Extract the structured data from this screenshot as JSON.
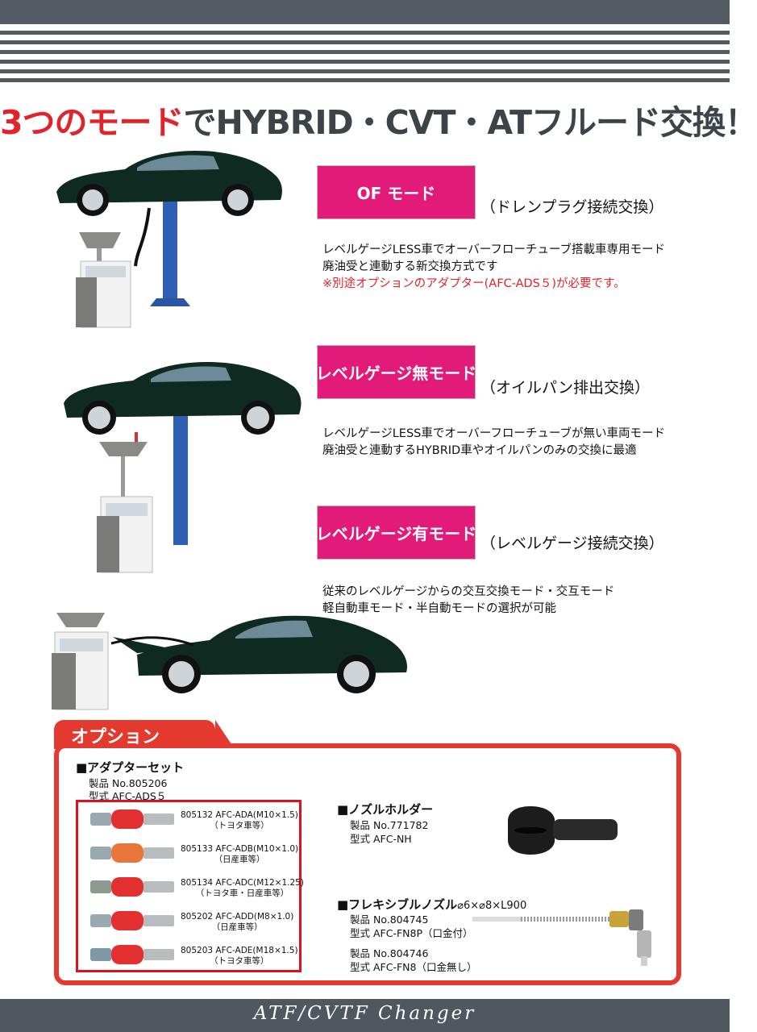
{
  "headline": {
    "accent": "3つのモード",
    "rest": "でHYBRID・CVT・ATフルード交換！"
  },
  "modes": [
    {
      "badge": "OF モード",
      "subtitle": "（ドレンプラグ接続交換）",
      "lines": [
        "レベルゲージLESS車でオーバーフローチューブ搭載車専用モード",
        "廃油受と連動する新交換方式です"
      ],
      "warning": "※別途オプションのアダプター(AFC-ADS５)が必要です。"
    },
    {
      "badge": "レベルゲージ無モード",
      "subtitle": "（オイルパン排出交換）",
      "lines": [
        "レベルゲージLESS車でオーバーフローチューブが無い車両モード",
        "廃油受と連動するHYBRID車やオイルパンのみの交換に最適"
      ]
    },
    {
      "badge": "レベルゲージ有モード",
      "subtitle": "（レベルゲージ接続交換）",
      "lines": [
        "従来のレベルゲージからの交互交換モード・交互モード",
        "軽自動車モード・半自動モードの選択が可能"
      ]
    }
  ],
  "options": {
    "title": "オプション",
    "adapter_set": {
      "heading": "■アダプターセット",
      "product_no": "製品 No.805206",
      "model": "型式 AFC-ADS５",
      "items": [
        {
          "line1": "805132 AFC-ADA(M10×1.5)",
          "line2": "（トヨタ車等）"
        },
        {
          "line1": "805133 AFC-ADB(M10×1.0)",
          "line2": "（日産車等）"
        },
        {
          "line1": "805134 AFC-ADC(M12×1.25)",
          "line2": "（トヨタ車・日産車等）"
        },
        {
          "line1": "805202 AFC-ADD(M8×1.0)",
          "line2": "（日産車等）"
        },
        {
          "line1": "805203 AFC-ADE(M18×1.5)",
          "line2": "（トヨタ車等）"
        }
      ]
    },
    "nozzle_holder": {
      "heading": "■ノズルホルダー",
      "product_no": "製品 No.771782",
      "model": "型式 AFC-NH"
    },
    "flexible_nozzle": {
      "heading": "■フレキシブルノズル",
      "spec": "⌀6×⌀8×L900",
      "product_no_1": "製品 No.804745",
      "model_1": "型式 AFC-FN8P（口金付）",
      "product_no_2": "製品 No.804746",
      "model_2": "型式 AFC-FN8（口金無し）"
    }
  },
  "footer": {
    "text": "ATF/CVTF Changer"
  },
  "colors": {
    "header_gray": "#525b61",
    "accent_red": "#e3232a",
    "badge_pink": "#e21b7b",
    "option_red": "#e3392e",
    "car_green": "#0f2a20"
  }
}
